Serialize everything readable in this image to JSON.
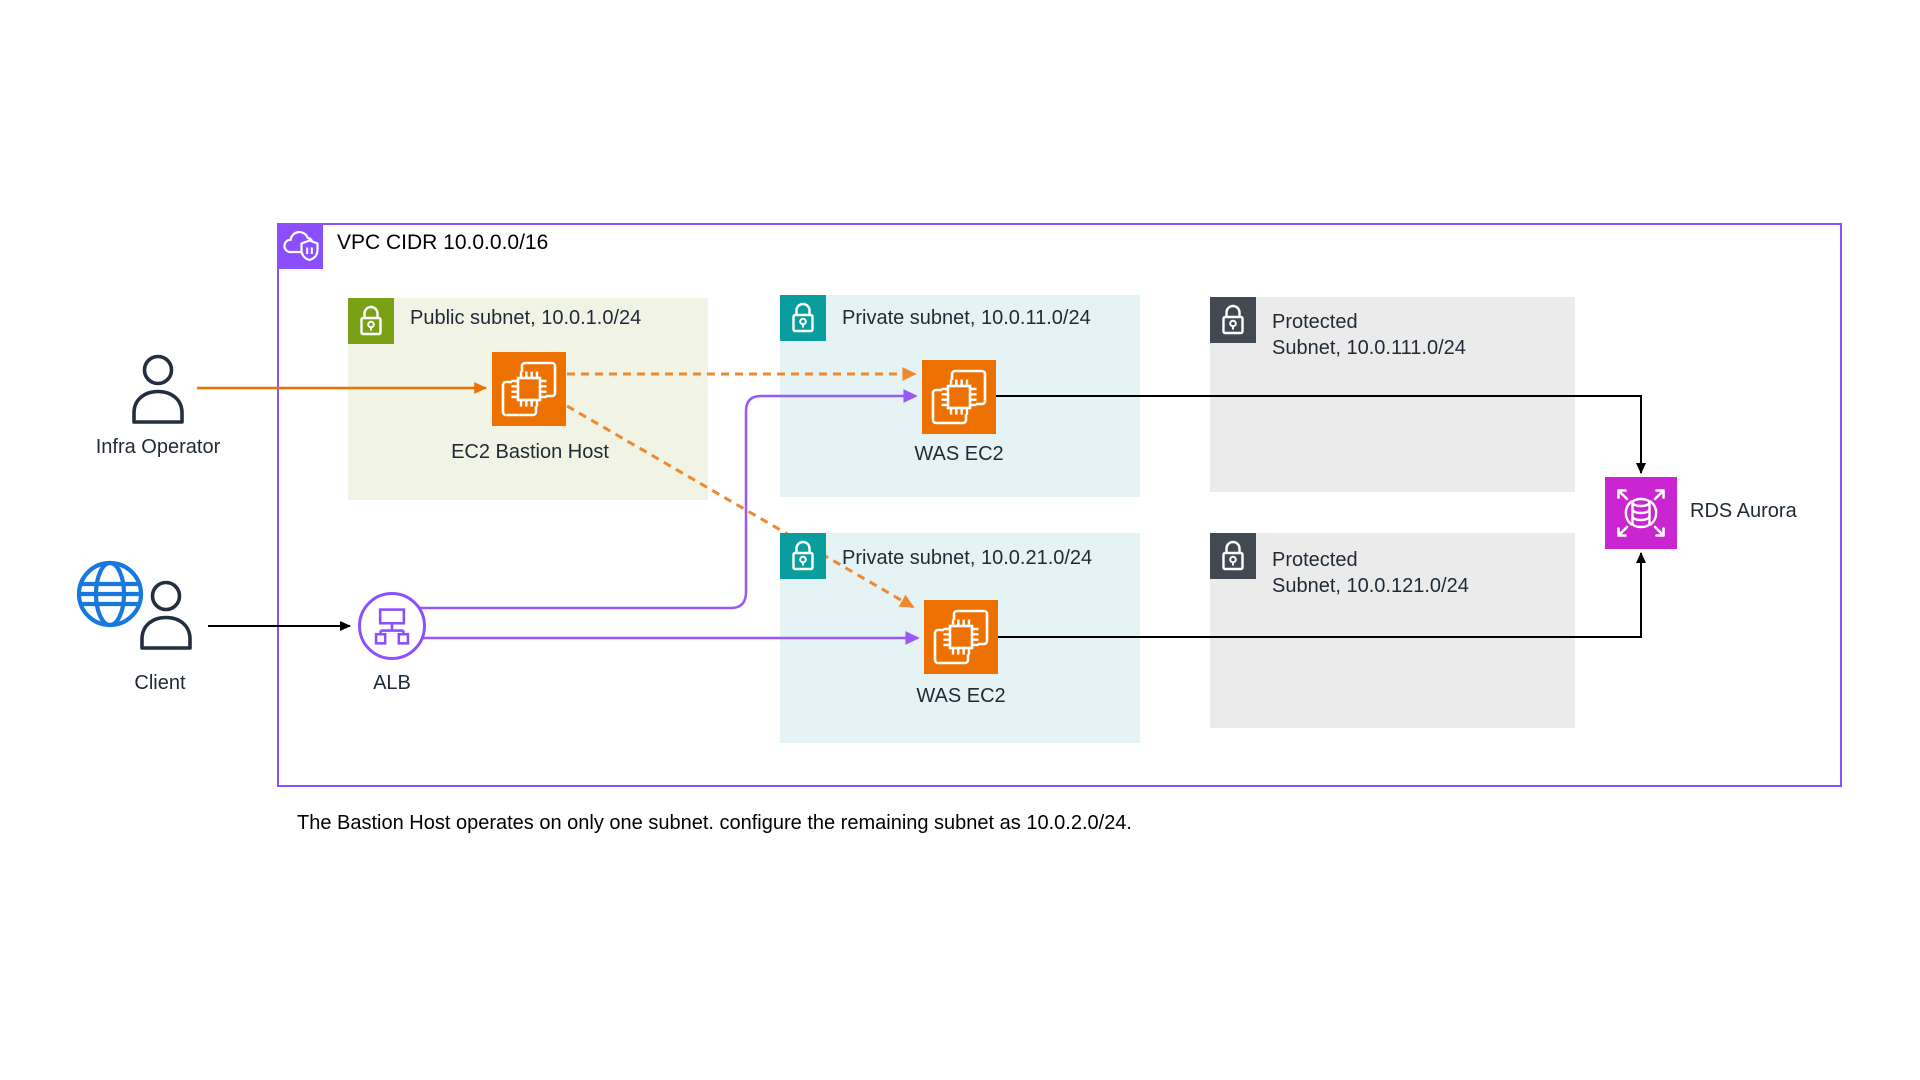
{
  "vpc": {
    "title": "VPC CIDR 10.0.0.0/16"
  },
  "subnets": {
    "public": {
      "label": "Public subnet, 10.0.1.0/24"
    },
    "private1": {
      "label": "Private subnet, 10.0.11.0/24"
    },
    "private2": {
      "label": "Private subnet, 10.0.21.0/24"
    },
    "protected1": {
      "line1": "Protected",
      "line2": "Subnet, 10.0.111.0/24"
    },
    "protected2": {
      "line1": "Protected",
      "line2": "Subnet, 10.0.121.0/24"
    }
  },
  "nodes": {
    "bastion": "EC2 Bastion Host",
    "was1": "WAS EC2",
    "was2": "WAS EC2",
    "alb": "ALB",
    "rds": "RDS Aurora",
    "infra_operator": "Infra Operator",
    "client": "Client"
  },
  "note": "The Bastion Host operates on only one subnet. configure the remaining subnet as 10.0.2.0/24.",
  "icons": {
    "vpc_badge": "cloud-shield-icon",
    "subnet_badges": "lock-icon",
    "ec2": "ec2-instances-icon",
    "alb": "load-balancer-icon",
    "rds": "rds-aurora-database-icon",
    "actor": "person-icon",
    "client_network": "globe-icon"
  },
  "colors": {
    "vpc_purple": "#8C4FFF",
    "arrow_purple": "#9A58F8",
    "public_green": "#7AA116",
    "public_text_green": "#3F8624",
    "public_bg": "#F1F4E5",
    "private_teal": "#0A9D9E",
    "private_text_blue": "#1778BE",
    "private_bg": "#E5F3F5",
    "protected_dark": "#414A52",
    "protected_bg": "#EBEBEB",
    "ec2_orange": "#ED7100",
    "arrow_orange": "#ED7100",
    "arrow_orange_dashed": "#F0882F",
    "rds_magenta": "#C925D1",
    "globe_blue": "#1779DE",
    "person_dark": "#232F3E",
    "arrow_black": "#000000"
  }
}
